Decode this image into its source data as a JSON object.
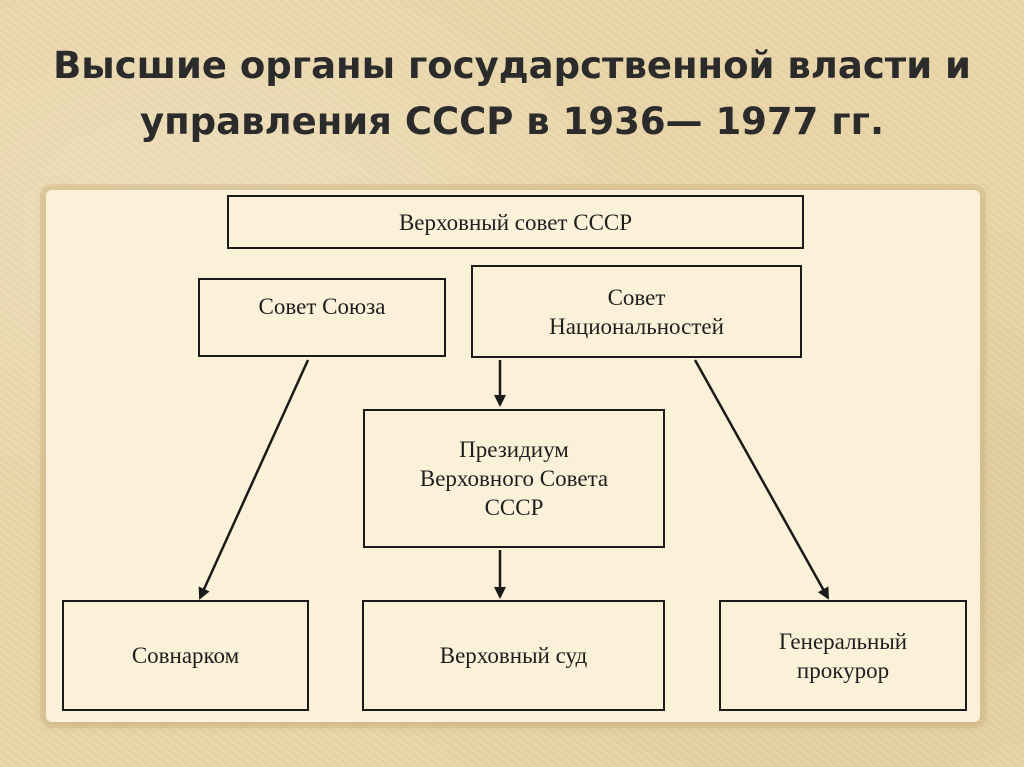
{
  "title": "Высшие органы государственной власти и\nуправления СССР в 1936— 1977 гг.",
  "boxes": {
    "supreme_soviet": "Верховный совет СССР",
    "soviet_union": "Совет Союза",
    "soviet_nationalities": "Совет\nНациональностей",
    "presidium": "Президиум\nВерховного Совета\nСССР",
    "sovnarkom": "Совнарком",
    "supreme_court": "Верховный суд",
    "prosecutor": "Генеральный\nпрокурор"
  },
  "colors": {
    "background": "#e8d5a8",
    "panel": "#fbf0d8",
    "ink": "#1a1a1a"
  }
}
